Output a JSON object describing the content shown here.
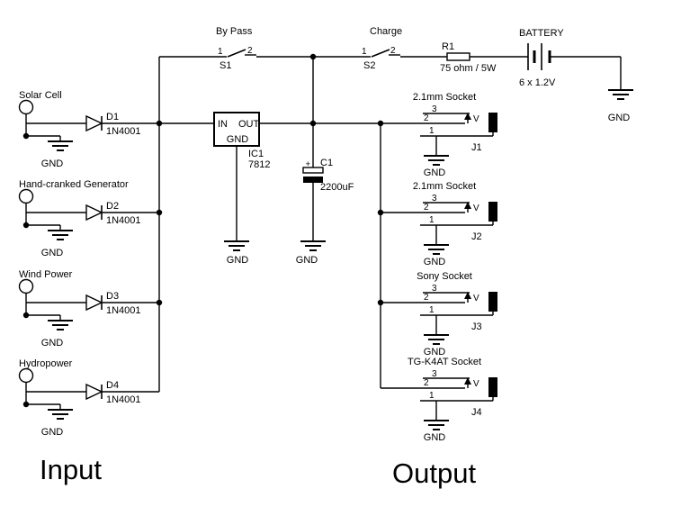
{
  "colors": {
    "ink": "#000000",
    "background": "#ffffff"
  },
  "section_titles": {
    "input": "Input",
    "output": "Output"
  },
  "top_rail": {
    "switches": [
      {
        "label": "By Pass",
        "ref": "S1",
        "pin1": "1",
        "pin2": "2"
      },
      {
        "label": "Charge",
        "ref": "S2",
        "pin1": "1",
        "pin2": "2"
      }
    ],
    "resistor": {
      "ref": "R1",
      "value": "75 ohm / 5W"
    },
    "battery": {
      "label": "BATTERY",
      "value": "6 x 1.2V",
      "gnd_label": "GND"
    }
  },
  "regulator": {
    "ref": "IC1",
    "part": "7812",
    "pin_in": "IN",
    "pin_out": "OUT",
    "pin_gnd": "GND",
    "gnd_label": "GND"
  },
  "capacitor": {
    "ref": "C1",
    "value": "2200uF",
    "polarity": "+",
    "gnd_label": "GND"
  },
  "inputs": [
    {
      "name": "Solar Cell",
      "diode_ref": "D1",
      "diode_part": "1N4001",
      "gnd_label": "GND"
    },
    {
      "name": "Hand-cranked Generator",
      "diode_ref": "D2",
      "diode_part": "1N4001",
      "gnd_label": "GND"
    },
    {
      "name": "Wind Power",
      "diode_ref": "D3",
      "diode_part": "1N4001",
      "gnd_label": "GND"
    },
    {
      "name": "Hydropower",
      "diode_ref": "D4",
      "diode_part": "1N4001",
      "gnd_label": "GND"
    }
  ],
  "outputs": [
    {
      "socket_type": "2.1mm Socket",
      "ref": "J1",
      "pin_top": "3",
      "pin_mid": "2",
      "pin_bot": "1",
      "contact": "V",
      "gnd_label": "GND"
    },
    {
      "socket_type": "2.1mm Socket",
      "ref": "J2",
      "pin_top": "3",
      "pin_mid": "2",
      "pin_bot": "1",
      "contact": "V",
      "gnd_label": "GND"
    },
    {
      "socket_type": "Sony Socket",
      "ref": "J3",
      "pin_top": "3",
      "pin_mid": "2",
      "pin_bot": "1",
      "contact": "V",
      "gnd_label": "GND"
    },
    {
      "socket_type": "TG-K4AT Socket",
      "ref": "J4",
      "pin_top": "3",
      "pin_mid": "2",
      "pin_bot": "1",
      "contact": "V",
      "gnd_label": "GND"
    }
  ]
}
